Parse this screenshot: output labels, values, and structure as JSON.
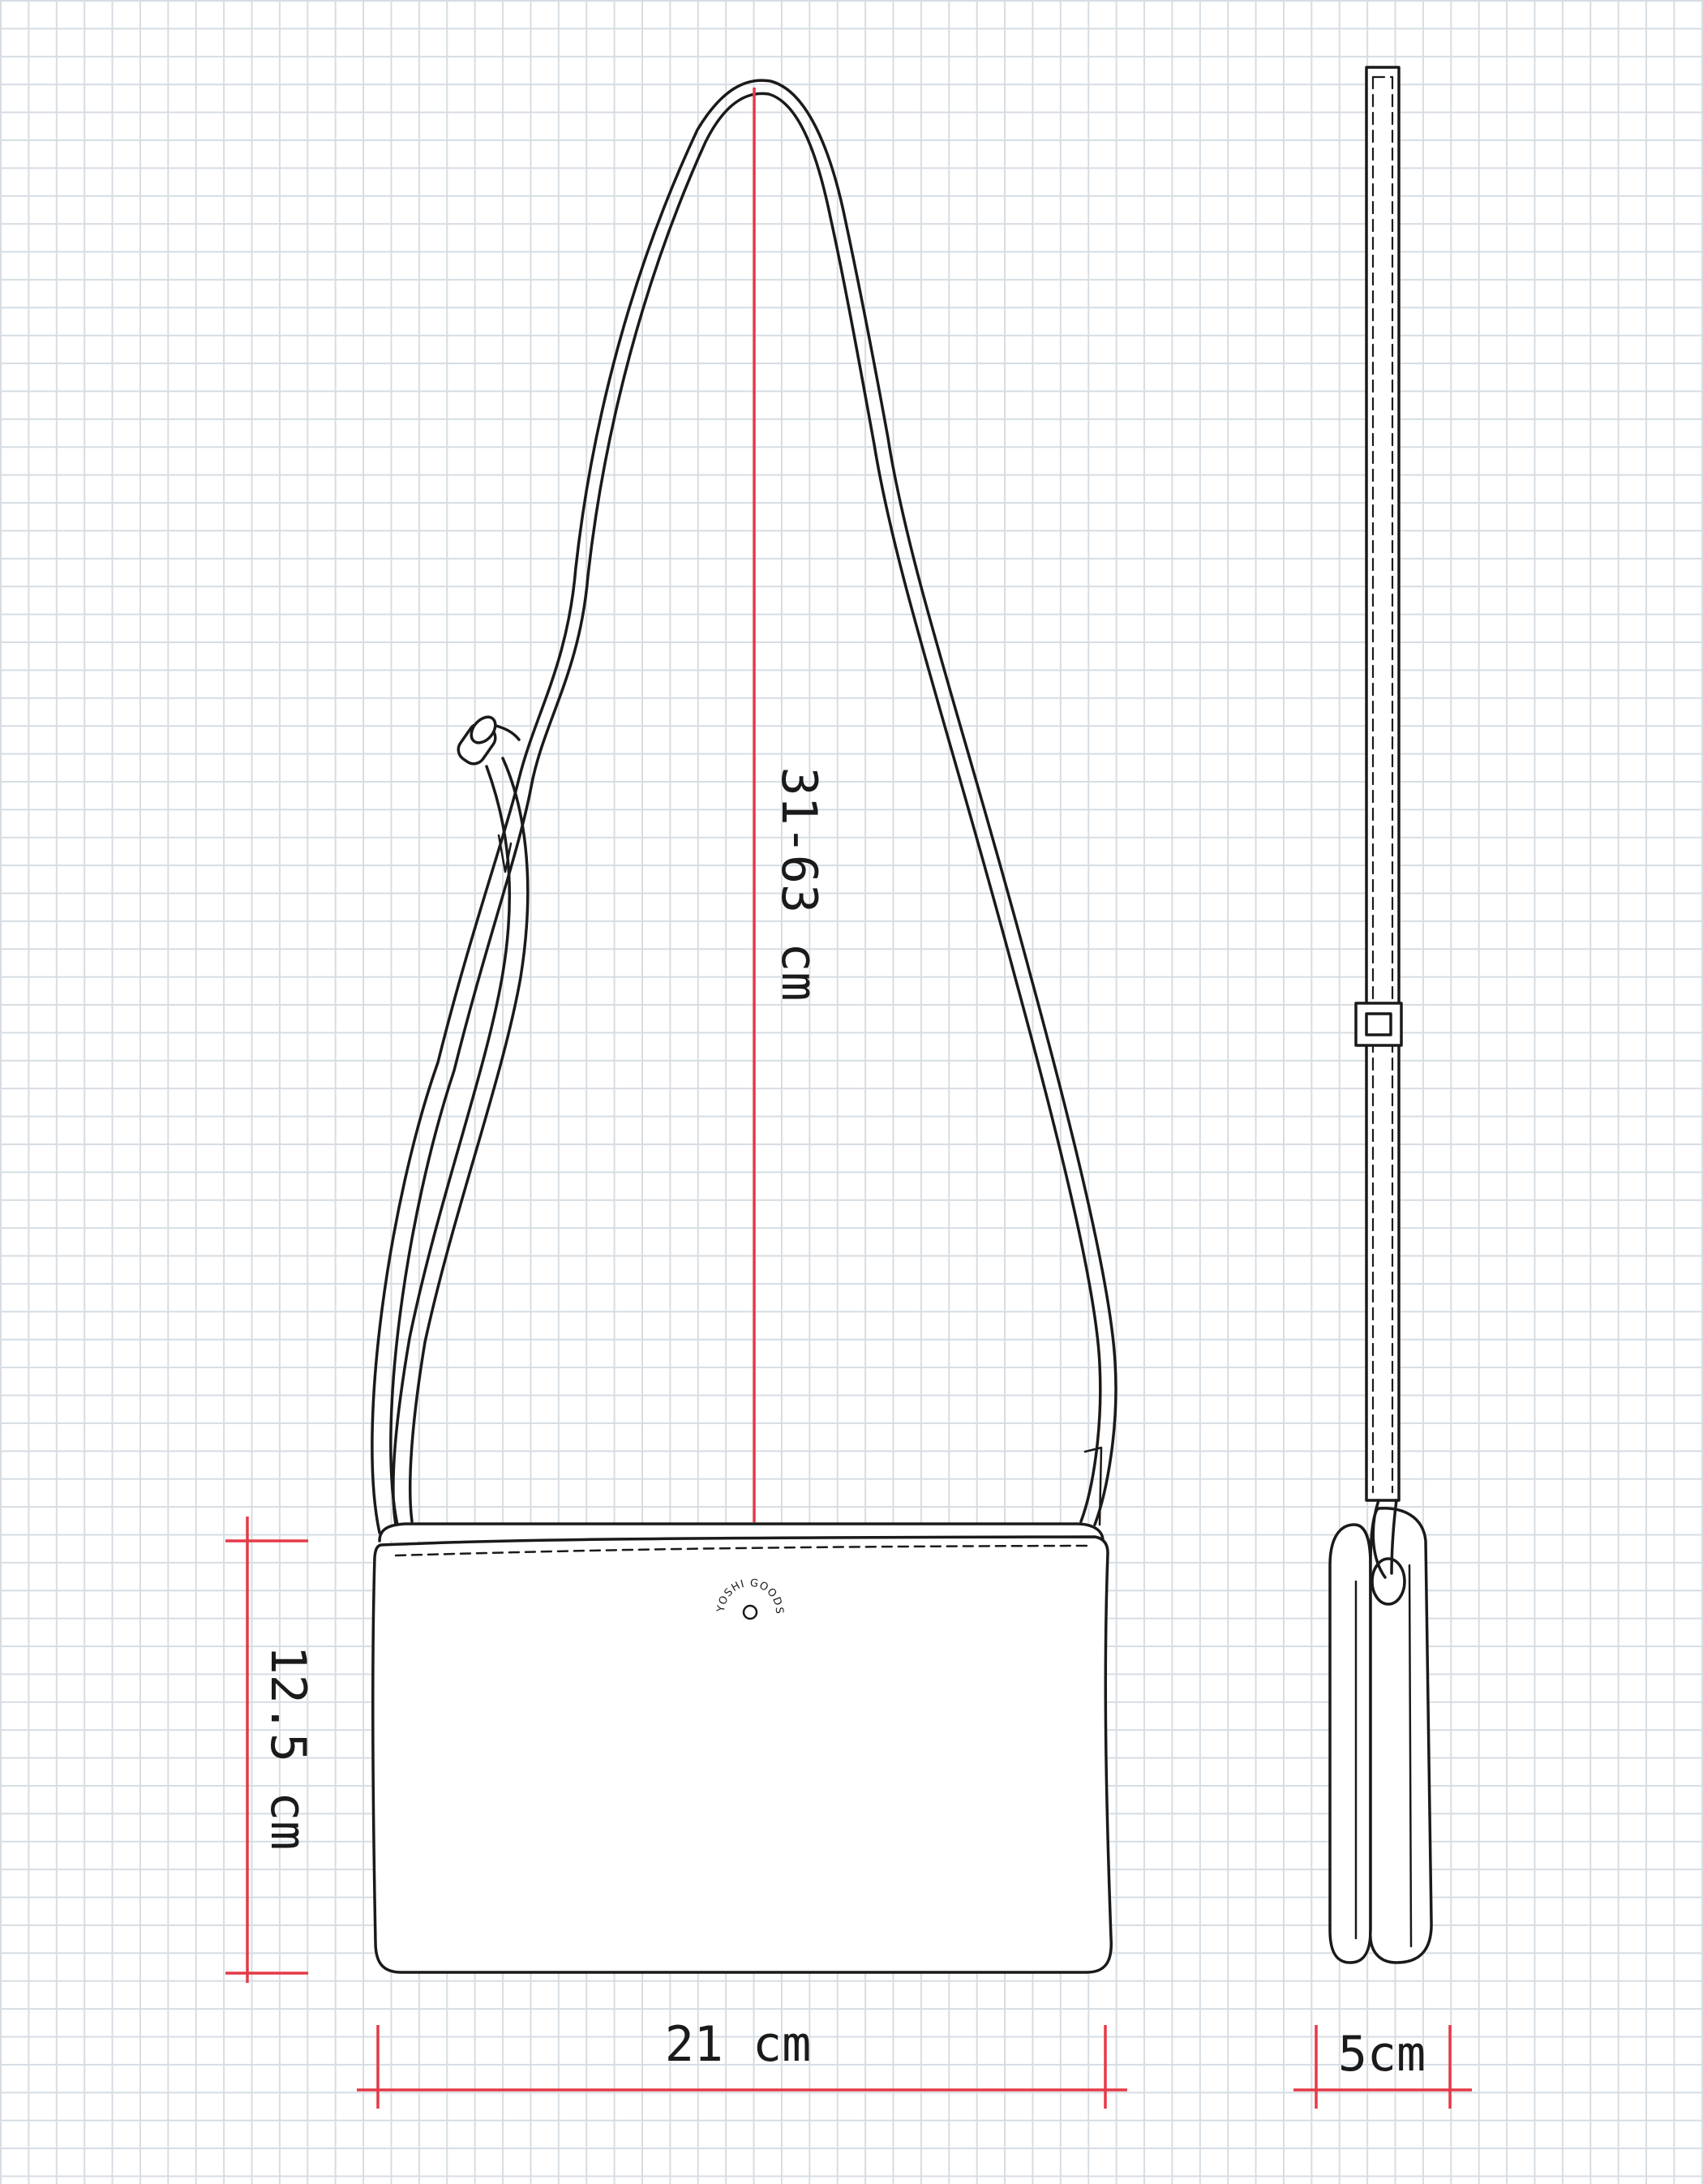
{
  "dimensions": {
    "strap_length": "31-63 cm",
    "bag_height": "12.5 cm",
    "bag_width": "21 cm",
    "bag_depth": "5cm"
  },
  "logo": {
    "text": "YOSHI GOODS"
  },
  "colors": {
    "grid": "#d6dde3",
    "outline": "#1a1a1a",
    "dimension_line": "#e53946",
    "background": "#ffffff"
  }
}
